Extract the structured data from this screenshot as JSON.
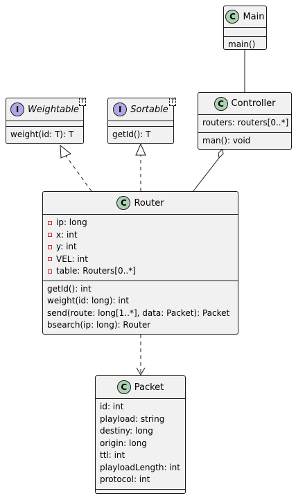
{
  "classes": {
    "main": {
      "name": "Main",
      "badge": "C",
      "methods": [
        "main()"
      ]
    },
    "controller": {
      "name": "Controller",
      "badge": "C",
      "fields": [
        "routers: routers[0..*]"
      ],
      "methods": [
        "man(): void"
      ]
    },
    "weightable": {
      "name": "Weightable",
      "badge": "I",
      "tparam": "T",
      "methods": [
        "weight(id: T): T"
      ]
    },
    "sortable": {
      "name": "Sortable",
      "badge": "I",
      "tparam": "T",
      "methods": [
        "getId(): T"
      ]
    },
    "router": {
      "name": "Router",
      "badge": "C",
      "fields": [
        "ip: long",
        "x: int",
        "y: int",
        "VEL: int",
        "table: Routers[0..*]"
      ],
      "methods": [
        "getId(): int",
        "weight(id: long): int",
        "send(route: long[1..*], data: Packet): Packet",
        "bsearch(ip: long): Router"
      ]
    },
    "packet": {
      "name": "Packet",
      "badge": "C",
      "fields": [
        "id: int",
        "playload: string",
        "destiny: long",
        "origin: long",
        "ttl: int",
        "playloadLength: int",
        "protocol: int"
      ]
    }
  },
  "colors": {
    "border": "#181818",
    "fill": "#f1f1f1",
    "class_badge": "#add1b2",
    "interface_badge": "#b4a7e5",
    "private_marker": "#c82930"
  }
}
